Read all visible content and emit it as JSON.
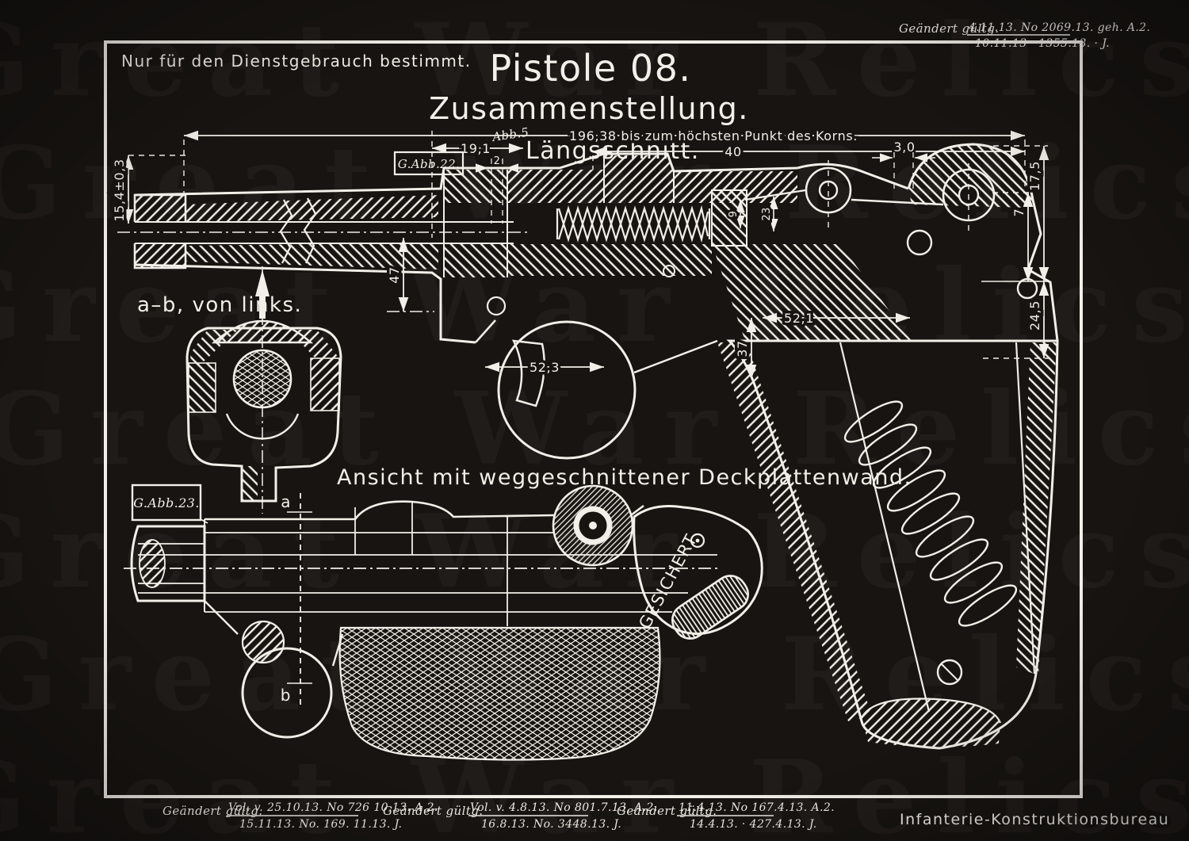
{
  "colors": {
    "paper": "#171411",
    "ink": "#f2efe8",
    "watermark": "#bdb4a8"
  },
  "watermark": {
    "text": "Great War Relics"
  },
  "header": {
    "notice": "Nur für den Dienstgebrauch bestimmt.",
    "title": "Pistole 08.",
    "subtitle": "Zusammenstellung."
  },
  "revisions": {
    "top": {
      "label": "Geändert gültg.",
      "numerator": "4.11.13. No 2069.13. geh. A.2.",
      "denominator": "10.11.13 · 1355.13. · J."
    }
  },
  "views": {
    "longitudinal": "Längsschnitt.",
    "cross_section": "a–b, von links.",
    "open_view": "Ansicht mit weggeschnittener Deckplattenwand."
  },
  "dims": {
    "overall_length": "196,38 bis zum höchsten Punkt des Korns.",
    "d40": "40",
    "d19_1": "19,1",
    "abb5": "Abb.5",
    "d2": "2",
    "d3_0": "3,0",
    "d15_4": "15,4±0,3",
    "d17_5": "17,5",
    "d7": "7",
    "d24_5": "24,5",
    "d52_1": "52,1",
    "d37": "37",
    "d52_3": "52,3",
    "d9": "9",
    "d23": "23",
    "d47": "47"
  },
  "refs": {
    "abb22": "G.Abb.22.",
    "abb23": "G.Abb.23."
  },
  "markers": {
    "a": "a",
    "b": "b"
  },
  "drawing": {
    "gesichert": "GESICHERT"
  },
  "footer": {
    "rev1": {
      "label": "Geändert gültg.",
      "numerator": "Vol. v. 25.10.13. No 726 10.13. A.2.",
      "denominator": "15.11.13. No. 169. 11.13. J."
    },
    "rev2": {
      "label": "Geändert gültg.",
      "numerator": "Vol. v. 4.8.13. No 801.7.13. A.2.",
      "denominator": "16.8.13. No. 3448.13. J."
    },
    "rev3": {
      "label": "Geändert gültg.",
      "numerator": "11.4.13. No 167.4.13. A.2.",
      "denominator": "14.4.13. · 427.4.13. J."
    },
    "bureau": "Infanterie-Konstruktionsbureau"
  }
}
